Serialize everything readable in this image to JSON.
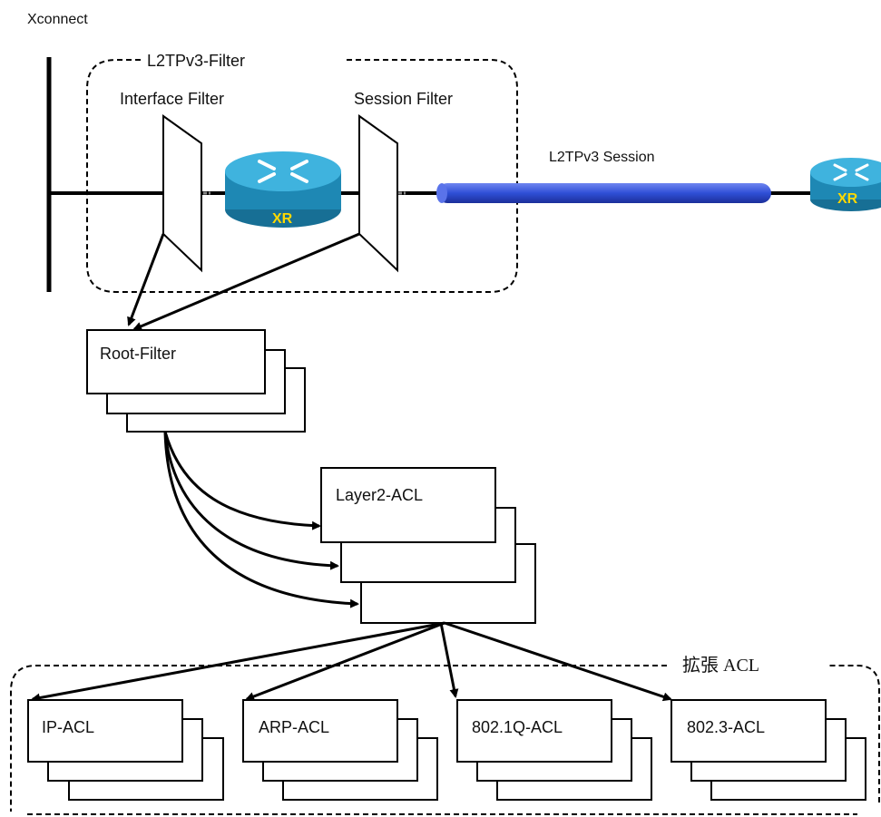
{
  "labels": {
    "xconnect": "Xconnect",
    "l2tpv3_filter": "L2TPv3-Filter",
    "interface_filter": "Interface Filter",
    "session_filter": "Session Filter",
    "l2tpv3_session": "L2TPv3 Session",
    "router_left": "XR",
    "router_right": "XR",
    "root_filter": "Root-Filter",
    "layer2_acl": "Layer2-ACL",
    "extended_acl": "拡張 ACL",
    "ip_acl": "IP-ACL",
    "arp_acl": "ARP-ACL",
    "dot1q_acl": "802.1Q-ACL",
    "dot3_acl": "802.3-ACL"
  },
  "colors": {
    "router_body": "#1e88b4",
    "router_top": "#3fb3de",
    "router_label": "#ffd800",
    "session_tube": "#2f4fd6",
    "line": "#000000"
  },
  "icons": {
    "router": "router-icon",
    "filter": "trapezoid-filter-icon"
  }
}
